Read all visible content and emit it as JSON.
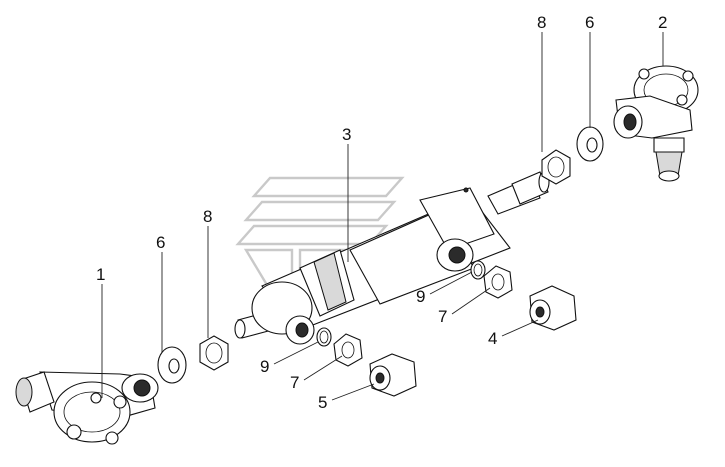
{
  "callouts": {
    "c1": "1",
    "c2": "2",
    "c3": "3",
    "c4": "4",
    "c5": "5",
    "c6a": "6",
    "c6b": "6",
    "c7a": "7",
    "c7b": "7",
    "c8a": "8",
    "c8b": "8",
    "c9a": "9",
    "c9b": "9"
  }
}
